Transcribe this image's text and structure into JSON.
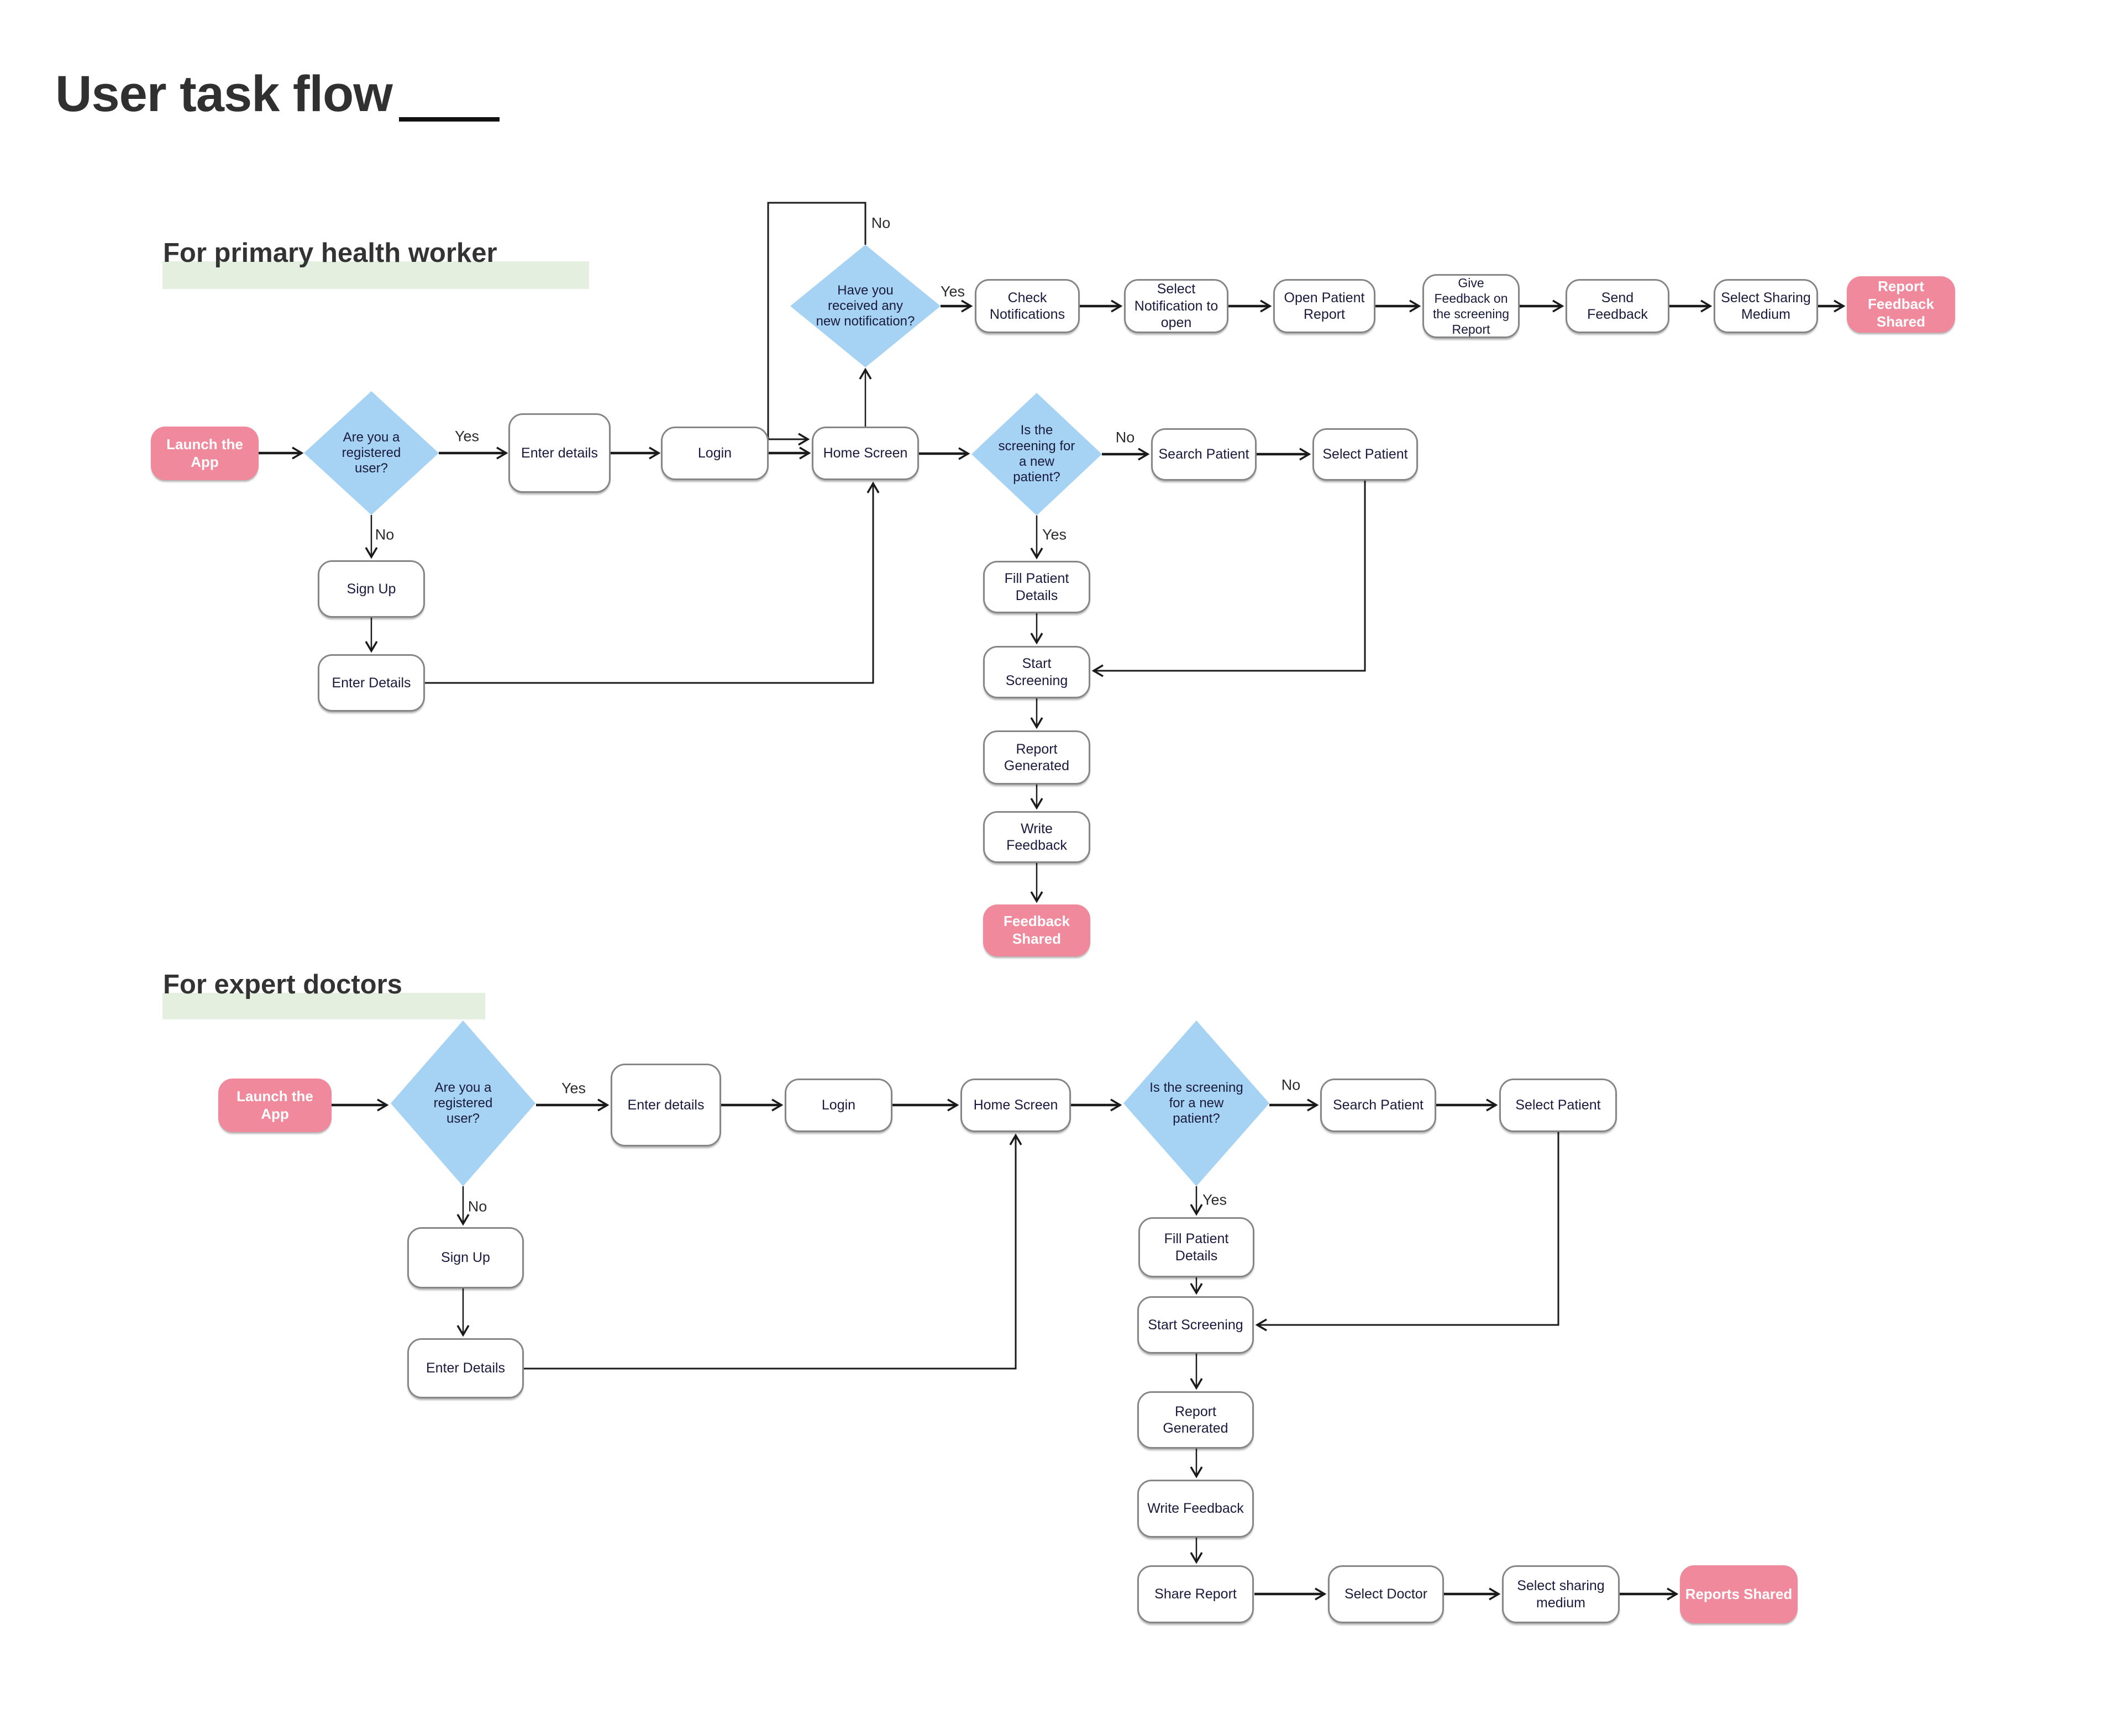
{
  "title": {
    "text": "User task flow"
  },
  "sections": {
    "primary": {
      "heading": "For primary health worker"
    },
    "expert": {
      "heading": "For expert doctors"
    }
  },
  "labels": {
    "yes": "Yes",
    "no": "No"
  },
  "colors": {
    "pink": "#F0899B",
    "blue": "#A6D3F3",
    "highlight": "#E4EFDF",
    "text": "#1A1A3C"
  },
  "nodes": {
    "p_launch": "Launch the App",
    "p_d1": "Are you a registered user?",
    "p_enter": "Enter details",
    "p_login": "Login",
    "p_home": "Home Screen",
    "p_dnotif": "Have you received any new notification?",
    "p_check": "Check Notifications",
    "p_selnotif": "Select Notification to open",
    "p_openrep": "Open Patient Report",
    "p_givefb": "Give Feedback on the screening Report",
    "p_sendfb": "Send Feedback",
    "p_selshare": "Select Sharing Medium",
    "p_repfbshared": "Report Feedback Shared",
    "p_signup": "Sign Up",
    "p_enter2": "Enter Details",
    "p_d2": "Is the screening for a new patient?",
    "p_search": "Search Patient",
    "p_selpat": "Select Patient",
    "p_fill": "Fill Patient Details",
    "p_start": "Start Screening",
    "p_repgen": "Report Generated",
    "p_writefb": "Write Feedback",
    "p_fbshared": "Feedback Shared",
    "e_launch": "Launch the App",
    "e_d1": "Are you a registered user?",
    "e_enter": "Enter details",
    "e_login": "Login",
    "e_home": "Home Screen",
    "e_d2": "Is the screening for a new patient?",
    "e_search": "Search Patient",
    "e_selpat": "Select Patient",
    "e_signup": "Sign Up",
    "e_enter2": "Enter Details",
    "e_fill": "Fill Patient Details",
    "e_start": "Start Screening",
    "e_repgen": "Report Generated",
    "e_writefb": "Write Feedback",
    "e_share": "Share Report",
    "e_seldoc": "Select Doctor",
    "e_selmedium": "Select sharing medium",
    "e_repshared": "Reports Shared"
  }
}
